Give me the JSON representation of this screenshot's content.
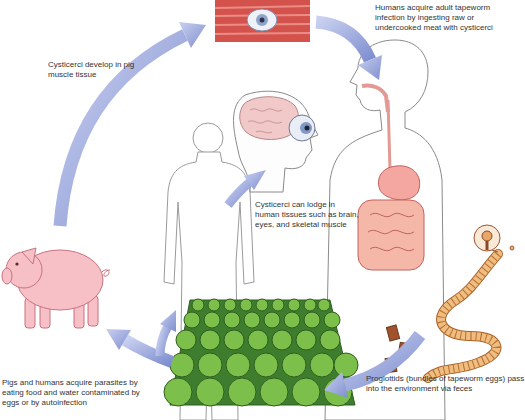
{
  "diagram": {
    "labels": [
      "Cysticerci develop in pig muscle tissue",
      "Humans acquire adult tapeworm infection by ingesting raw or undercooked meat with cysticerci",
      "Cysticerci can lodge in human tissues such as brain, eyes, and skeletal muscle",
      "Proglottids (bundles of tapeworm eggs) pass into the environment via feces",
      "Pigs and humans acquire parasites by eating food and water contaminated by eggs or by autoinfection"
    ]
  }
}
